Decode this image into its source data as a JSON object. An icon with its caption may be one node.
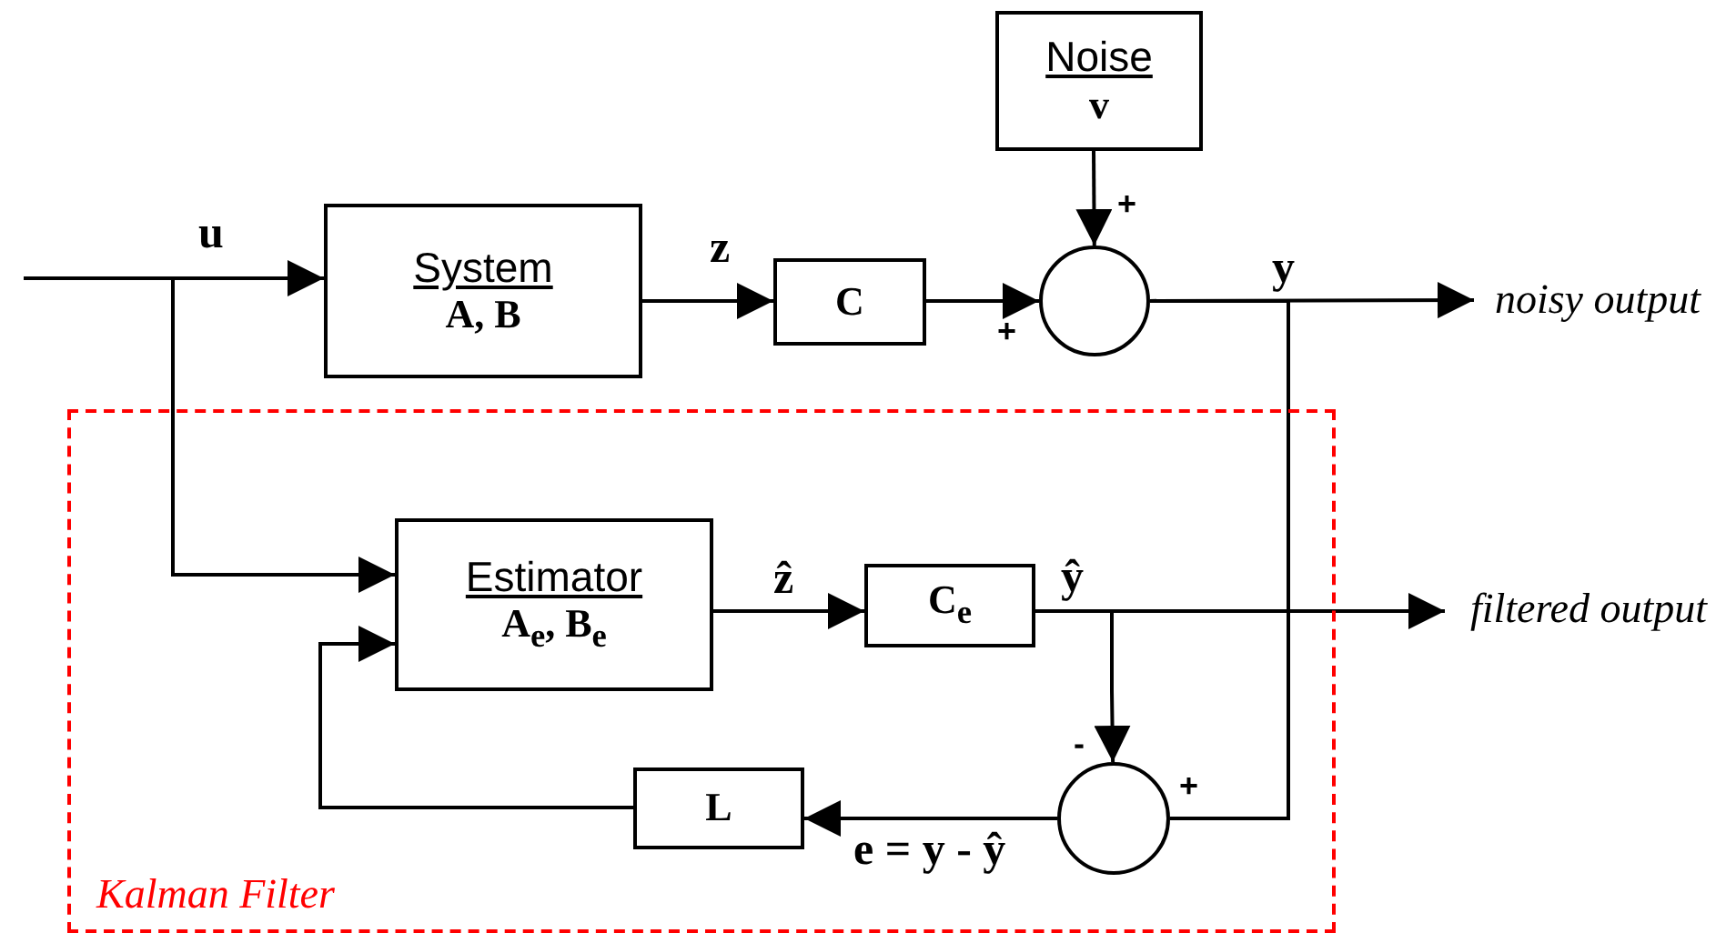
{
  "diagram": {
    "nodes": [
      {
        "text": [
          "Kalman Filter"
        ]
      },
      {
        "text": [
          "System",
          "A, B"
        ]
      },
      {
        "text": [
          "C"
        ]
      },
      {
        "text": [
          "Noise",
          "v"
        ]
      },
      {
        "text": [],
        "shape": "circle"
      },
      {
        "text": [
          "noisy output"
        ]
      },
      {
        "text": [
          "Estimator",
          "A$_{e}$, B$_{e}$"
        ],
        "in": 0
      },
      {
        "text": [
          "C$_{e}$"
        ],
        "in": 0
      },
      {
        "text": [
          "filtered output"
        ]
      },
      {
        "text": [],
        "shape": "circle",
        "in": 0
      },
      {
        "text": [
          "L"
        ],
        "in": 0
      }
    ],
    "edges": [
      {
        "from": null,
        "to": 1,
        "arrow": "to",
        "label": "u"
      },
      {
        "from": null,
        "to": 6,
        "arrow": "to"
      },
      {
        "from": 1,
        "to": 2,
        "arrow": "to",
        "label": "z"
      },
      {
        "from": 2,
        "to": 4,
        "arrow": "to"
      },
      {
        "from": 3,
        "to": 4,
        "arrow": "to"
      },
      {
        "from": 4,
        "to": 5,
        "arrow": "to",
        "label": "y"
      },
      {
        "from": 4,
        "to": 9,
        "arrow": "none"
      },
      {
        "from": 6,
        "to": 7,
        "arrow": "to",
        "label": "ẑ"
      },
      {
        "from": 7,
        "to": 8,
        "arrow": "to",
        "label": "ŷ"
      },
      {
        "from": 7,
        "to": 9,
        "arrow": "to"
      },
      {
        "from": 9,
        "to": 10,
        "arrow": "to",
        "label": "e = y - ŷ"
      },
      {
        "from": 10,
        "to": 6,
        "arrow": "to"
      }
    ],
    "labels": [
      "+",
      "+",
      "-",
      "+"
    ]
  }
}
